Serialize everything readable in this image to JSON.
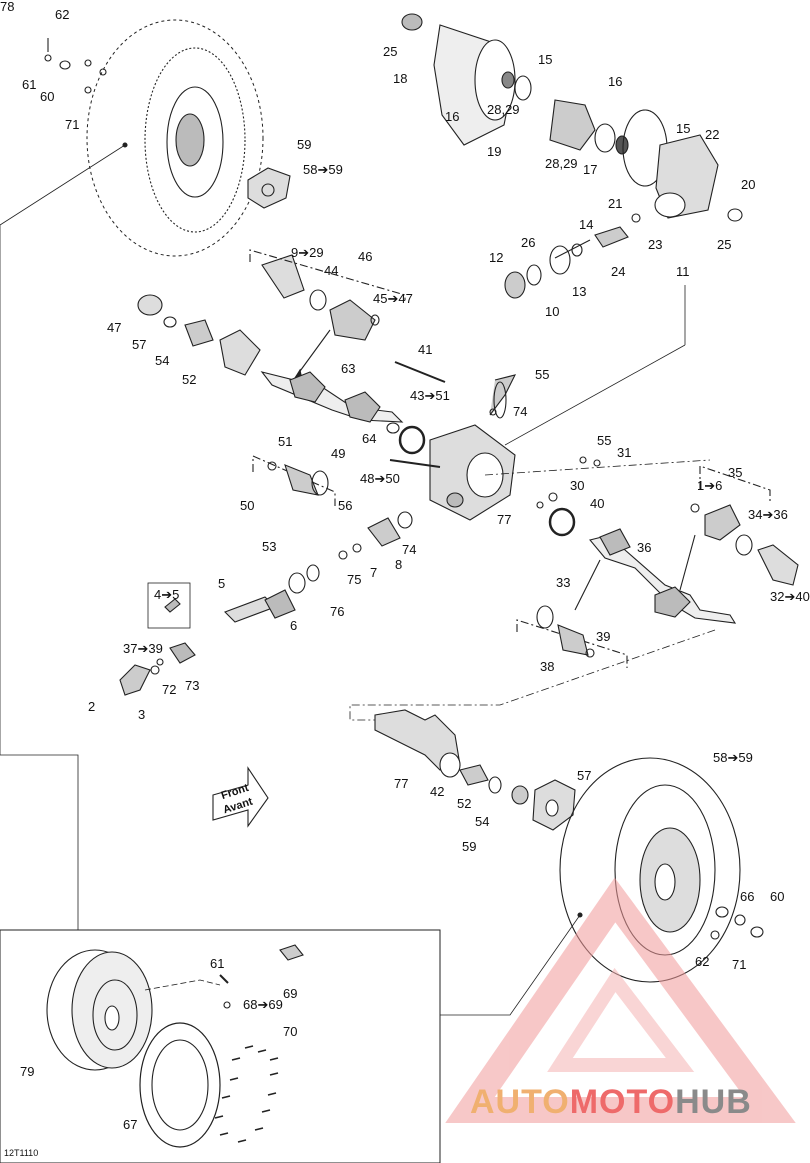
{
  "diagram": {
    "code": "12T1110",
    "front_label": {
      "line1": "Front",
      "line2": "Avant"
    },
    "watermark": {
      "part1": "AUTO",
      "part2": "MOTO",
      "part3": "HUB"
    },
    "callouts": [
      "62",
      "61",
      "60",
      "71",
      "59",
      "58➔59",
      "25",
      "18",
      "15",
      "16",
      "28,29",
      "19",
      "16",
      "28,29",
      "17",
      "15",
      "22",
      "21",
      "20",
      "25",
      "23",
      "14",
      "26",
      "24",
      "13",
      "12",
      "10",
      "11",
      "9➔29",
      "44",
      "46",
      "45➔47",
      "47",
      "57",
      "54",
      "52",
      "41",
      "55",
      "63",
      "43➔51",
      "74",
      "64",
      "51",
      "49",
      "50",
      "48➔50",
      "55",
      "31",
      "30",
      "56",
      "77",
      "40",
      "74",
      "8",
      "7",
      "75",
      "76",
      "53",
      "4➔5",
      "6",
      "5",
      "1➔6",
      "35",
      "34➔36",
      "36",
      "32➔40",
      "33",
      "39",
      "38",
      "37➔39",
      "72",
      "73",
      "3",
      "2",
      "77",
      "42",
      "52",
      "54",
      "57",
      "59",
      "58➔59",
      "66",
      "60",
      "62",
      "71",
      "61",
      "68➔69",
      "69",
      "70",
      "79",
      "67",
      "78"
    ]
  }
}
